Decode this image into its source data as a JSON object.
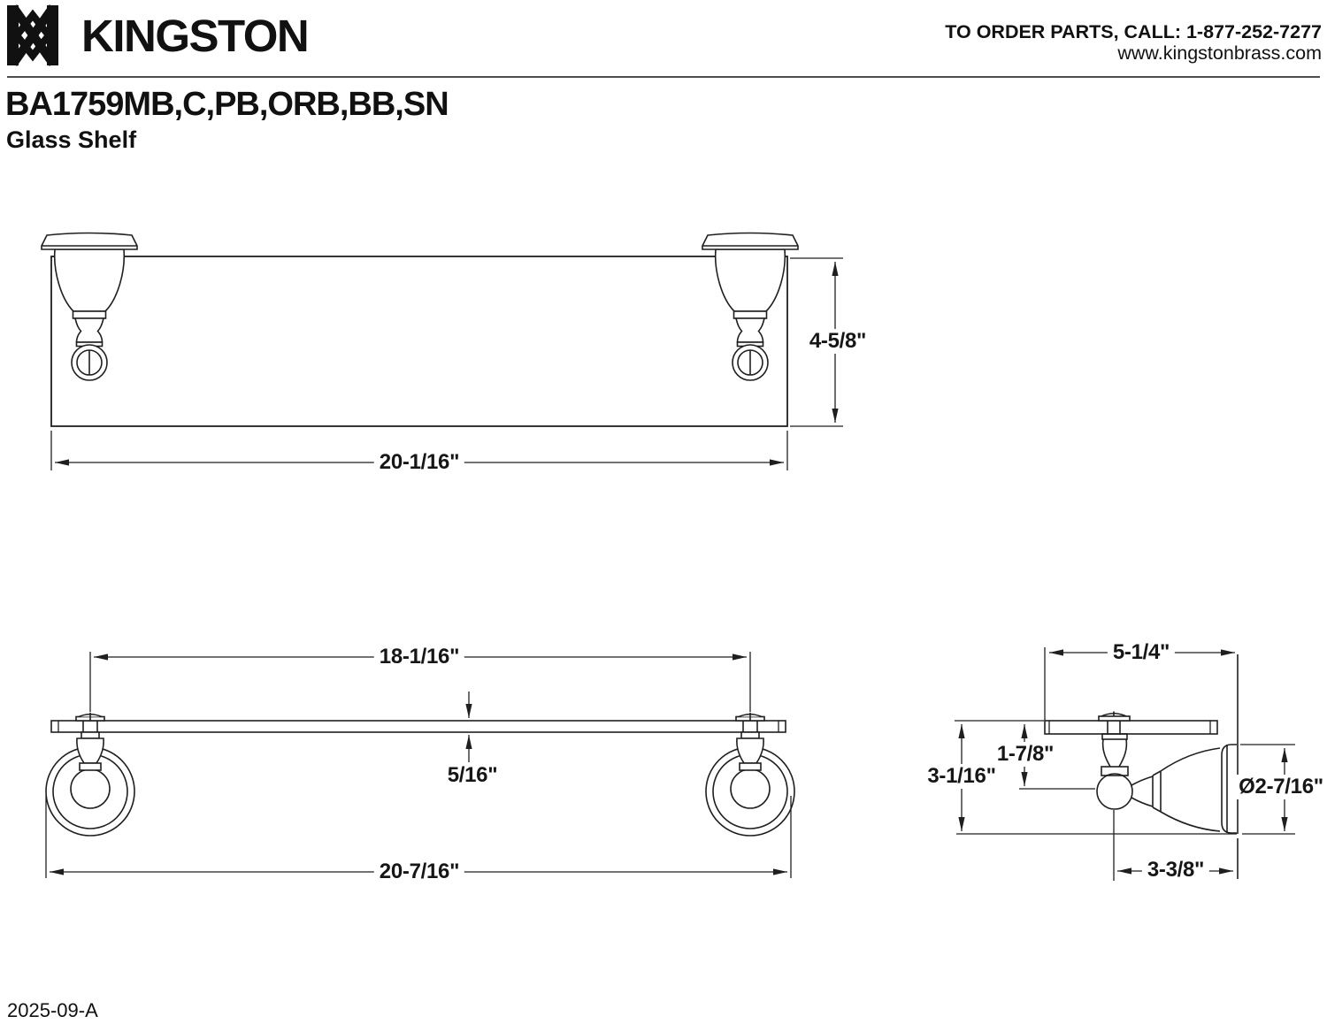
{
  "header": {
    "brand": "KINGSTON",
    "order_line": "TO ORDER PARTS, CALL: 1-877-252-7277",
    "website": "www.kingstonbrass.com",
    "product_code": "BA1759MB,C,PB,ORB,BB,SN",
    "product_name": "Glass Shelf"
  },
  "dims": {
    "front_width": "20-1/16\"",
    "front_height": "4-5/8\"",
    "mount_spacing": "18-1/16\"",
    "glass_thickness": "5/16\"",
    "overall_width": "20-7/16\"",
    "side_depth": "5-1/4\"",
    "bracket_drop": "1-7/8\"",
    "side_height": "3-1/16\"",
    "flange_diameter": "Ø2-7/16\"",
    "wall_projection": "3-3/8\""
  },
  "footer": {
    "revision": "2025-09-A"
  },
  "colors": {
    "line": "#1f1f1f",
    "text": "#111111",
    "background": "#ffffff"
  }
}
